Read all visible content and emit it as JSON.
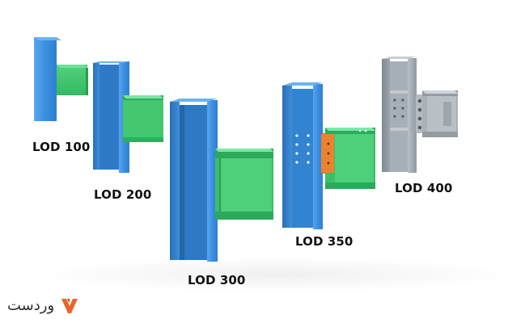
{
  "labels": {
    "lod100": "LOD 100",
    "lod200": "LOD 200",
    "lod300": "LOD 300",
    "lod350": "LOD 350",
    "lod400": "LOD 400"
  },
  "brand": {
    "name": "وردست"
  },
  "colors": {
    "column": "#3a8ad8",
    "beam": "#3fc36a",
    "plate": "#e97e2c",
    "steel": "#9aa4ab",
    "brand": "#e8652a"
  }
}
